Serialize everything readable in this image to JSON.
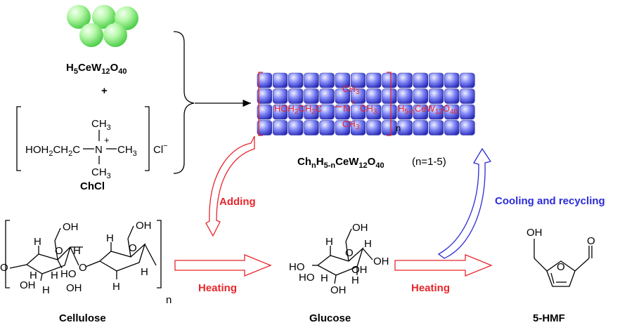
{
  "pom": {
    "formula": "H5CeW12O40"
  },
  "plus": "+",
  "chcl": {
    "label": "ChCl",
    "chain": "HOH2CH2C",
    "n": "N",
    "charge": "+",
    "ch3_top": "CH3",
    "ch3_right": "CH3",
    "ch3_bottom": "CH3",
    "anion": "Cl",
    "anion_charge": "−"
  },
  "catalyst": {
    "formula": "ChnH5-nCeW12O40",
    "range": "(n=1-5)",
    "overlay": {
      "chain": "HOH2CH2C",
      "n": "N",
      "charge": "+",
      "ch3_top": "CH3",
      "ch3_right": "CH3",
      "ch3_bottom": "CH3",
      "anion": "H5-nCeW12O40",
      "subscript_n": "n"
    }
  },
  "steps": {
    "adding": "Adding",
    "heating_1": "Heating",
    "heating_2": "Heating",
    "cooling": "Cooling and recycling"
  },
  "molecules": {
    "cellulose": "Cellulose",
    "glucose": "Glucose",
    "hmf": "5-HMF",
    "polymer_n": "n"
  },
  "atoms": {
    "OH": "OH",
    "H": "H",
    "O": "O",
    "HO": "HO"
  },
  "colors": {
    "red": "#e8262b",
    "blue": "#2b2bd6",
    "sphere_green": "#b5f7a8",
    "block_blue": "#5a5ff0"
  }
}
